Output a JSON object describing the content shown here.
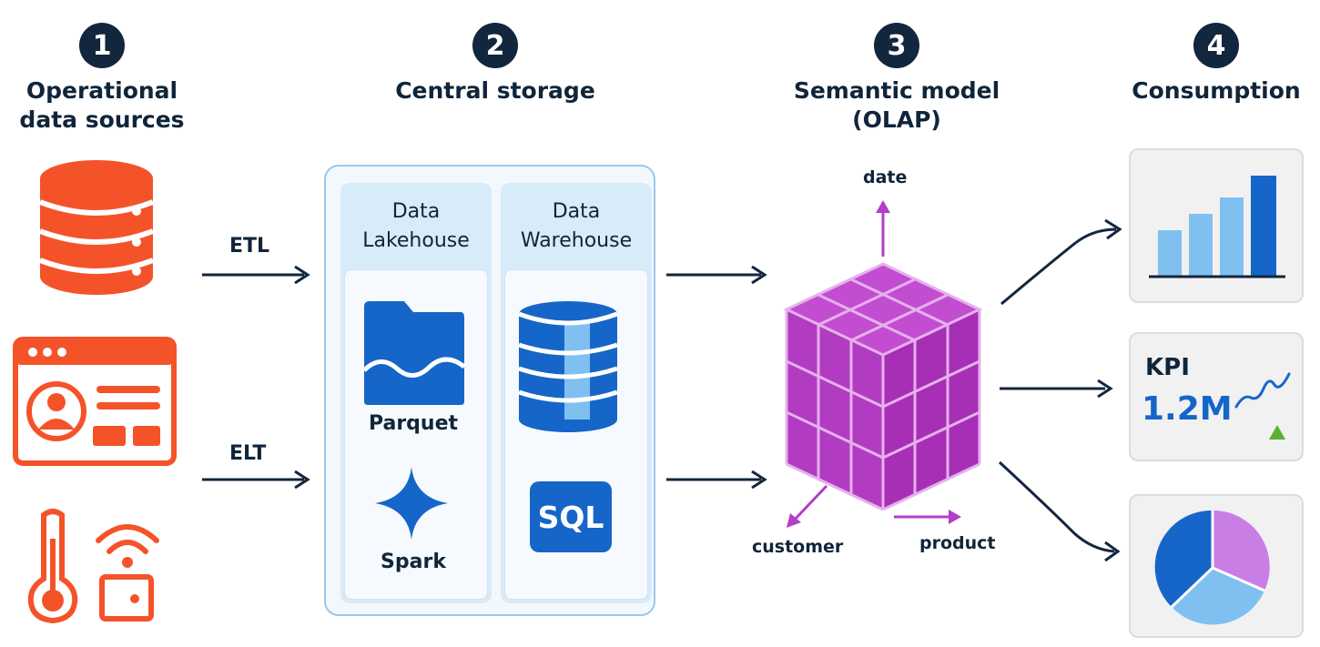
{
  "columns": [
    {
      "number": "1",
      "title": "Operational\ndata sources"
    },
    {
      "number": "2",
      "title": "Central storage"
    },
    {
      "number": "3",
      "title": "Semantic model\n(OLAP)"
    },
    {
      "number": "4",
      "title": "Consumption"
    }
  ],
  "flows": {
    "etl": "ETL",
    "elt": "ELT"
  },
  "storage": {
    "lakehouse": {
      "title": "Data\nLakehouse",
      "items": [
        "Parquet",
        "Spark"
      ]
    },
    "warehouse": {
      "title": "Data\nWarehouse",
      "items": [
        "SQL"
      ]
    }
  },
  "cube_axes": {
    "up": "date",
    "left": "customer",
    "right": "product"
  },
  "kpi": {
    "label": "KPI",
    "value": "1.2M"
  },
  "colors": {
    "source": "#f4532a",
    "dark": "#12263d",
    "blue": "#1566c8",
    "light_blue": "#80c0f0",
    "cube": "#b13cc1",
    "axis": "#b23ec9"
  }
}
